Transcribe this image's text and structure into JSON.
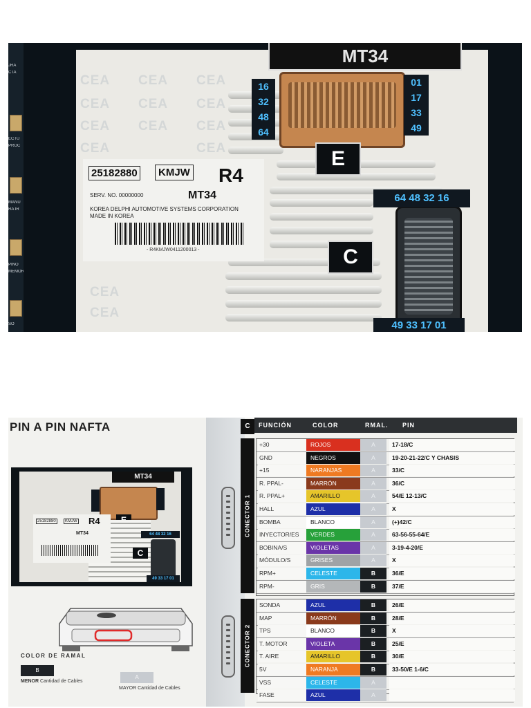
{
  "top_photo": {
    "title": "MT34",
    "connector_e_letter": "E",
    "connector_c_letter": "C",
    "e_left_numbers": [
      "16",
      "32",
      "48",
      "64"
    ],
    "e_right_numbers": [
      "01",
      "17",
      "33",
      "49"
    ],
    "c_top_numbers": "64 48 32 16",
    "c_bottom_numbers": "49 33 17 01",
    "watermark": "CEA",
    "desktop_labels": [
      "JRA",
      "CTA",
      "ECTU",
      "PROC",
      "MANU",
      "RA IR",
      "PINO",
      "MEMOR",
      "SO"
    ],
    "label": {
      "part_number": "25182880",
      "code": "KMJW",
      "revision": "R4",
      "serv_no": "SERV. NO. 00000000",
      "model": "MT34",
      "maker_line1": "KOREA DELPHI AUTOMOTIVE SYSTEMS CORPORATION",
      "maker_line2": "MADE IN KOREA",
      "barcode_text": "- R4KMJW0411200013 -"
    }
  },
  "bottom_photo": {
    "page_title": "PIN A PIN NAFTA",
    "mini_ecu": {
      "title": "MT34",
      "e_letter": "E",
      "c_letter": "C",
      "c_top": "64 48 32 16",
      "c_bottom": "49 33 17 01",
      "part": "25182880",
      "code": "KMJW",
      "revision": "R4",
      "model": "MT34"
    },
    "ramal": {
      "heading": "COLOR DE RAMAL",
      "b_label": "B",
      "a_label": "A",
      "menor_bold": "MENOR",
      "menor_rest": " Cantidad de Cables",
      "mayor": "MAYOR Cantidad de Cables"
    },
    "table": {
      "c_label": "C",
      "headers": {
        "funcion": "FUNCIÓN",
        "color": "COLOR",
        "rmal": "RMAL.",
        "pin": "PIN"
      },
      "group_1_label": "CONECTOR 1",
      "group_2_label": "CONECTOR 2",
      "group_1": [
        {
          "funcion": "+30",
          "color": "ROJOS",
          "color_hex": "#d9301f",
          "rmal": "A",
          "pin": "17-18/C"
        },
        {
          "funcion": "GND",
          "color": "NEGROS",
          "color_hex": "#111111",
          "rmal": "A",
          "pin": "19-20-21-22/C Y CHASIS"
        },
        {
          "funcion": "+15",
          "color": "NARANJAS",
          "color_hex": "#ef7a22",
          "rmal": "A",
          "pin": "33/C"
        },
        {
          "funcion": "R. PPAL-",
          "color": "MARRÓN",
          "color_hex": "#8a3a1c",
          "rmal": "A",
          "pin": "36/C"
        },
        {
          "funcion": "R. PPAL+",
          "color": "AMARILLO",
          "color_hex": "#e6c52a",
          "rmal": "A",
          "pin": "54/E 12-13/C"
        },
        {
          "funcion": "HALL",
          "color": "AZUL",
          "color_hex": "#1e2fa8",
          "rmal": "A",
          "pin": "X"
        },
        {
          "funcion": "BOMBA",
          "color": "BLANCO",
          "color_hex": "#ffffff",
          "rmal": "A",
          "pin": "(+)42/C"
        },
        {
          "funcion": "INYECTOR/ES",
          "color": "VERDES",
          "color_hex": "#27a13a",
          "rmal": "A",
          "pin": "63-56-55-64/E"
        },
        {
          "funcion": "BOBINA/S",
          "color": "VIOLETAS",
          "color_hex": "#6a35a8",
          "rmal": "A",
          "pin": "3-19-4-20/E"
        },
        {
          "funcion": "MÓDULO/S",
          "color": "GRISES",
          "color_hex": "#9fa3a6",
          "rmal": "A",
          "pin": "X"
        },
        {
          "funcion": "RPM+",
          "color": "CELESTE",
          "color_hex": "#2cb6ea",
          "rmal": "B",
          "pin": "36/E"
        },
        {
          "funcion": "RPM-",
          "color": "GRIS",
          "color_hex": "#b4b7b9",
          "rmal": "B",
          "pin": "37/E"
        }
      ],
      "group_2": [
        {
          "funcion": "SONDA",
          "color": "AZUL",
          "color_hex": "#1e2fa8",
          "rmal": "B",
          "pin": "26/E"
        },
        {
          "funcion": "MAP",
          "color": "MARRÓN",
          "color_hex": "#8a3a1c",
          "rmal": "B",
          "pin": "28/E"
        },
        {
          "funcion": "TPS",
          "color": "BLANCO",
          "color_hex": "#ffffff",
          "rmal": "B",
          "pin": "X"
        },
        {
          "funcion": "T. MOTOR",
          "color": "VIOLETA",
          "color_hex": "#6a35a8",
          "rmal": "B",
          "pin": "25/E"
        },
        {
          "funcion": "T. AIRE",
          "color": "AMARILLO",
          "color_hex": "#e6c52a",
          "rmal": "B",
          "pin": "30/E"
        },
        {
          "funcion": "5V",
          "color": "NARANJA",
          "color_hex": "#ef7a22",
          "rmal": "B",
          "pin": "33-50/E 1-6/C"
        },
        {
          "funcion": "VSS",
          "color": "CELESTE",
          "color_hex": "#2cb6ea",
          "rmal": "A",
          "pin": ""
        },
        {
          "funcion": "FASE",
          "color": "AZUL",
          "color_hex": "#1e2fa8",
          "rmal": "A",
          "pin": ""
        }
      ]
    }
  }
}
